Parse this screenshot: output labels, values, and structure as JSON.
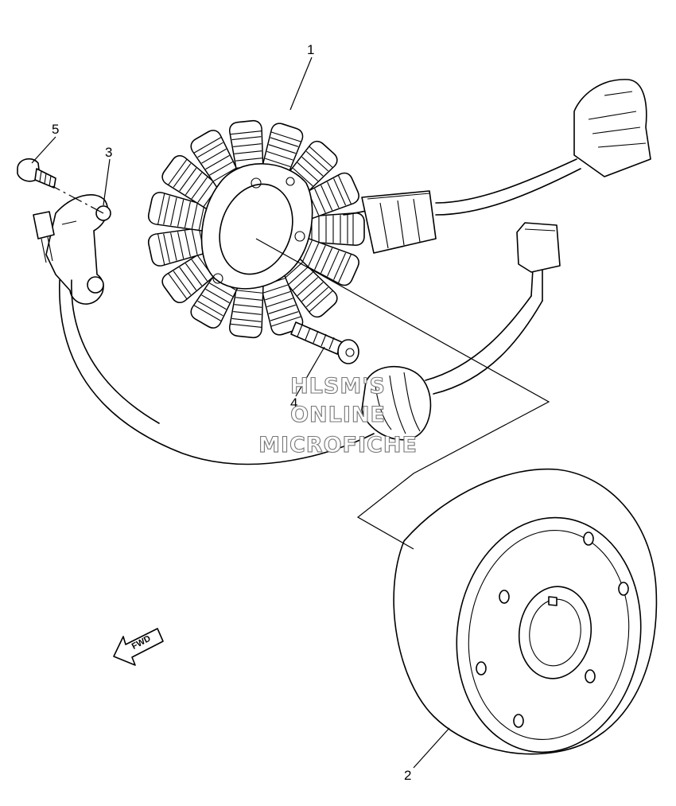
{
  "diagram": {
    "callouts": [
      "1",
      "2",
      "3",
      "4",
      "5"
    ],
    "watermark": [
      "HLSM'S",
      "ONLINE",
      "MICROFICHE"
    ],
    "direction_arrow": "FWD"
  }
}
